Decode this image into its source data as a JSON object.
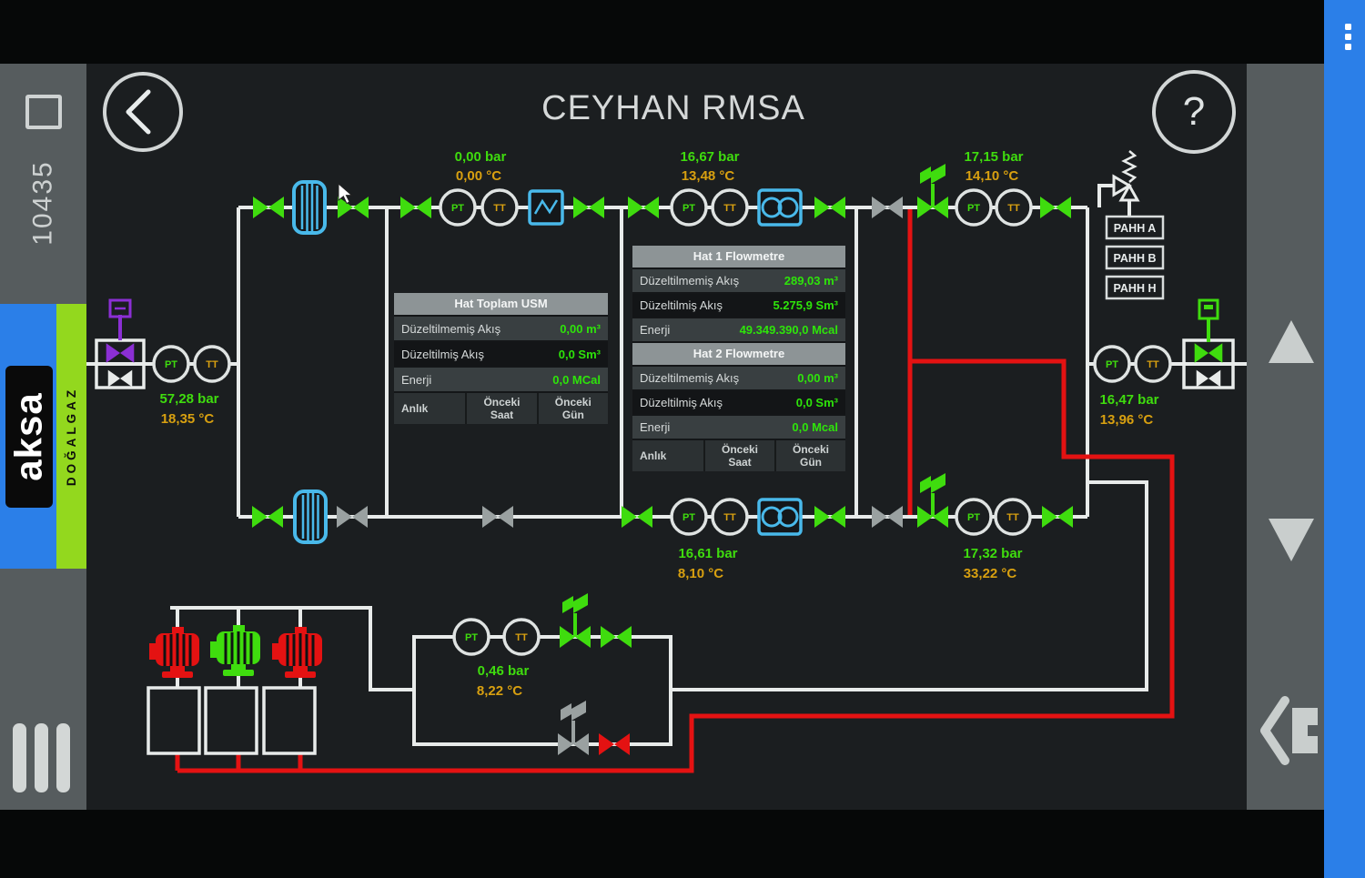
{
  "app": {
    "title": "CEYHAN RMSA",
    "station_code": "10435",
    "brand": "aksa",
    "brand_sub": "DOĞALGAZ",
    "help_label": "?"
  },
  "labels": {
    "pt": "PT",
    "tt": "TT"
  },
  "alarms": {
    "pahh_a": "PAHH A",
    "pahh_b": "PAHH B",
    "pahh_h": "PAHH H"
  },
  "measurements": {
    "inlet": {
      "pressure": "57,28 bar",
      "temperature": "18,35 °C"
    },
    "line1_filter": {
      "pressure": "0,00 bar",
      "temperature": "0,00 °C"
    },
    "line1_meter": {
      "pressure": "16,67 bar",
      "temperature": "13,48 °C"
    },
    "line1_outlet": {
      "pressure": "17,15 bar",
      "temperature": "14,10 °C"
    },
    "line2_meter": {
      "pressure": "16,61 bar",
      "temperature": "8,10 °C"
    },
    "line2_outlet": {
      "pressure": "17,32 bar",
      "temperature": "33,22 °C"
    },
    "station_outlet": {
      "pressure": "16,47 bar",
      "temperature": "13,96 °C"
    },
    "heater": {
      "pressure": "0,46 bar",
      "temperature": "8,22 °C"
    }
  },
  "tables": {
    "usm": {
      "title": "Hat Toplam USM",
      "rows": [
        {
          "label": "Düzeltilmemiş Akış",
          "value": "0,00 m³"
        },
        {
          "label": "Düzeltilmiş Akış",
          "value": "0,0 Sm³"
        },
        {
          "label": "Enerji",
          "value": "0,0 MCal"
        }
      ],
      "footer": [
        "Anlık",
        "Önceki Saat",
        "Önceki Gün"
      ]
    },
    "hat1": {
      "title": "Hat 1 Flowmetre",
      "rows": [
        {
          "label": "Düzeltilmemiş Akış",
          "value": "289,03 m³"
        },
        {
          "label": "Düzeltilmiş Akış",
          "value": "5.275,9 Sm³"
        },
        {
          "label": "Enerji",
          "value": "49.349.390,0 Mcal"
        }
      ]
    },
    "hat2": {
      "title": "Hat 2 Flowmetre",
      "rows": [
        {
          "label": "Düzeltilmemiş Akış",
          "value": "0,00 m³"
        },
        {
          "label": "Düzeltilmiş Akış",
          "value": "0,0 Sm³"
        },
        {
          "label": "Enerji",
          "value": "0,0 Mcal"
        }
      ],
      "footer": [
        "Anlık",
        "Önceki Saat",
        "Önceki Gün"
      ]
    }
  },
  "colors": {
    "pressure_text": "#3fdc0e",
    "temperature_text": "#d8a010",
    "pipe": "#e8ebea",
    "hot_water_pipe": "#e41212",
    "valve_open": "#3fdc0e",
    "valve_closed": "#9aa1a1",
    "valve_alarm": "#e41212",
    "filter_blue": "#49b9ea",
    "inlet_valve_purple": "#8b2fd4",
    "accent_blue": "#2b7fe8",
    "accent_green": "#93d81e"
  }
}
